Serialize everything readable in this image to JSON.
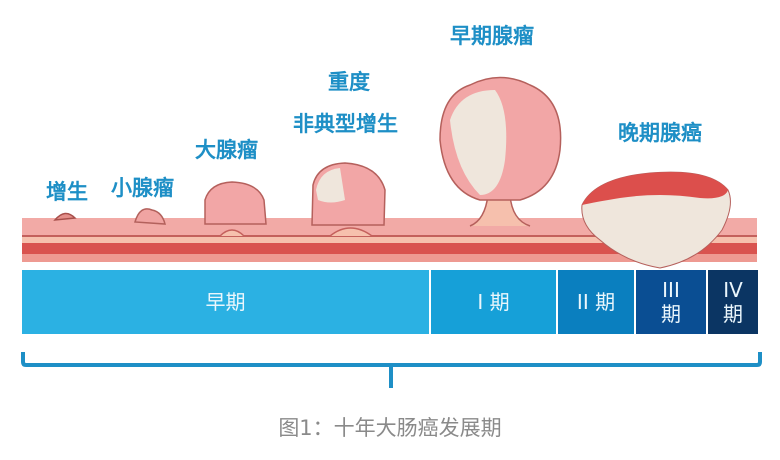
{
  "diagram": {
    "title": "十年大肠癌发展期",
    "caption": "图1：十年大肠癌发展期",
    "polyp_labels": [
      {
        "id": "hyperplasia",
        "text": "增生"
      },
      {
        "id": "small-adenoma",
        "text": "小腺瘤"
      },
      {
        "id": "large-adenoma",
        "text": "大腺瘤"
      },
      {
        "id": "severe",
        "text": "重度"
      },
      {
        "id": "atypical-hyperplasia",
        "text": "非典型增生"
      },
      {
        "id": "early-adenocarcinoma",
        "text": "早期腺瘤"
      },
      {
        "id": "late-adenocarcinoma",
        "text": "晚期腺癌"
      }
    ],
    "stages": [
      {
        "id": "early",
        "label": "早期",
        "color": "#2bb1e3"
      },
      {
        "id": "stage-1",
        "label": "I 期",
        "color": "#16a0d8"
      },
      {
        "id": "stage-2",
        "label": "II 期",
        "color": "#0a7fbf"
      },
      {
        "id": "stage-3",
        "label_top": "III",
        "label_bottom": "期",
        "color": "#0a4e93"
      },
      {
        "id": "stage-4",
        "label_top": "IV",
        "label_bottom": "期",
        "color": "#0b3563"
      }
    ],
    "colors": {
      "label_blue": "#1e8fc6",
      "bracket_blue": "#1e8fc6",
      "mucosa_pink": "#f1a7a5",
      "muscle_red": "#d9534f",
      "tumor_white": "#efe6dc",
      "caption_gray": "#8a8a8a"
    }
  }
}
